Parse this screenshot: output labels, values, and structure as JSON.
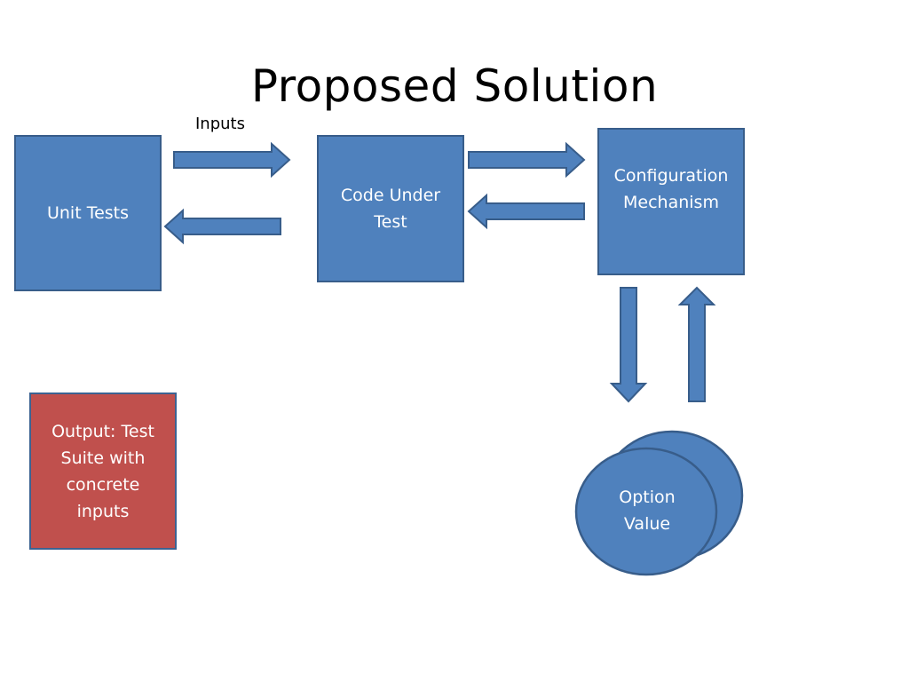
{
  "slide": {
    "title": "Proposed Solution",
    "arrow_caption": "Inputs"
  },
  "boxes": {
    "unit_tests": "Unit Tests",
    "code_under_test": "Code Under\nTest",
    "configuration_mechanism": "Configuration\nMechanism",
    "output": "Output: Test\nSuite with\nconcrete\ninputs"
  },
  "option": {
    "label": "Option\nValue"
  },
  "colors": {
    "box_fill": "#4f81bd",
    "box_border": "#385d8a",
    "output_fill": "#c0504d",
    "text_on_shape": "#ffffff"
  }
}
